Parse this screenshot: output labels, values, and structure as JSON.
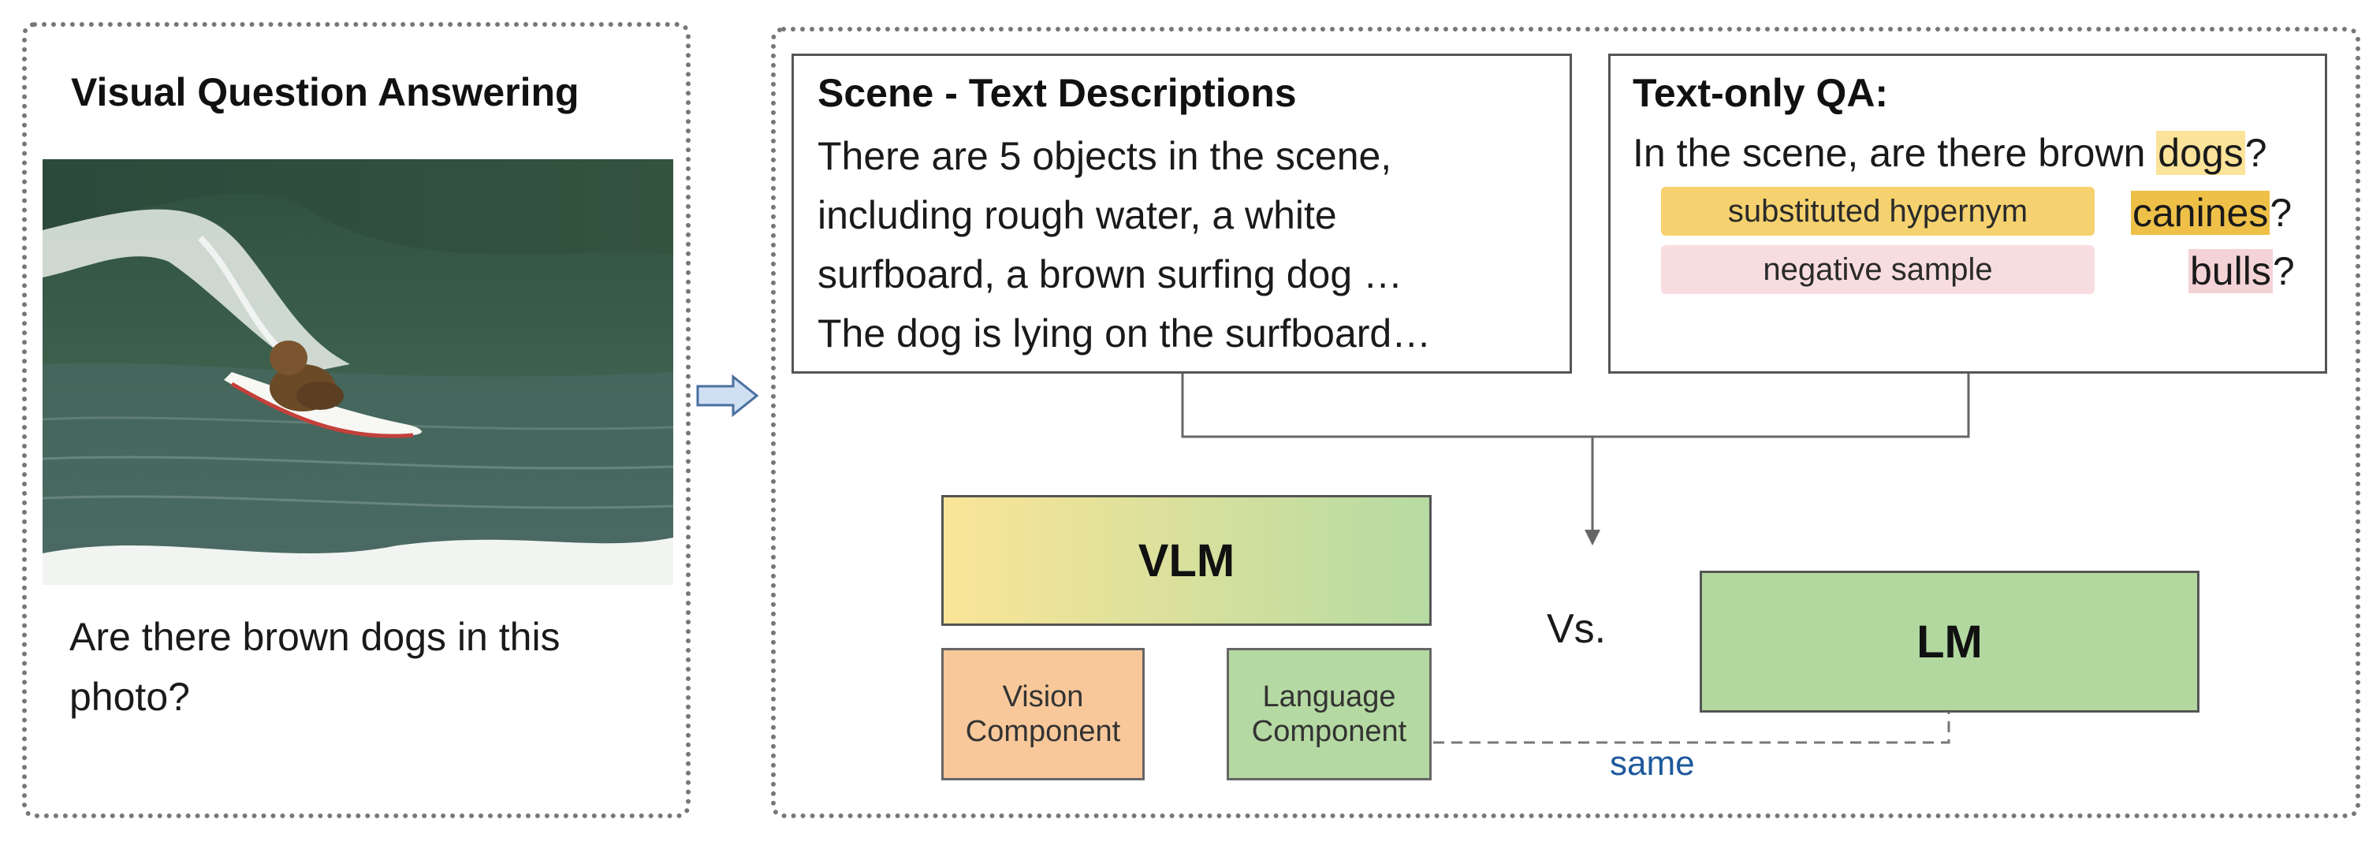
{
  "left_panel": {
    "title": "Visual Question Answering",
    "question": "Are there brown dogs in this photo?"
  },
  "scene_box": {
    "title": "Scene - Text Descriptions",
    "lines": [
      "There are 5 objects in the scene,",
      "including rough water, a white",
      "surfboard, a brown surfing dog …",
      "The dog is lying on the surfboard…"
    ]
  },
  "qa_box": {
    "title": "Text-only QA:",
    "question_prefix": "In the scene, are there brown ",
    "question_word": "dogs",
    "question_mark": "?",
    "legend_hypernym": "substituted hypernym",
    "legend_negative": "negative sample",
    "alt_hypernym": "canines",
    "alt_negative": "bulls",
    "alt_mark": "?"
  },
  "models": {
    "vlm_label": "VLM",
    "vision_label": [
      "Vision",
      "Component"
    ],
    "language_label": [
      "Language",
      "Component"
    ],
    "vs_label": "Vs.",
    "lm_label": "LM",
    "same_label": "same"
  },
  "colors": {
    "hypernym": "#f5d26f",
    "hypernym_word": "#efc048",
    "negative": "#f8dde0",
    "vlm_gradient_start": "#fae597",
    "vlm_gradient_end": "#b6dba2",
    "vision": "#f8c89a",
    "language": "#b4d9a2",
    "lm": "#b2d8a0",
    "same_text": "#1e5a9c"
  },
  "icons": {
    "arrow": "right-arrow-icon"
  }
}
